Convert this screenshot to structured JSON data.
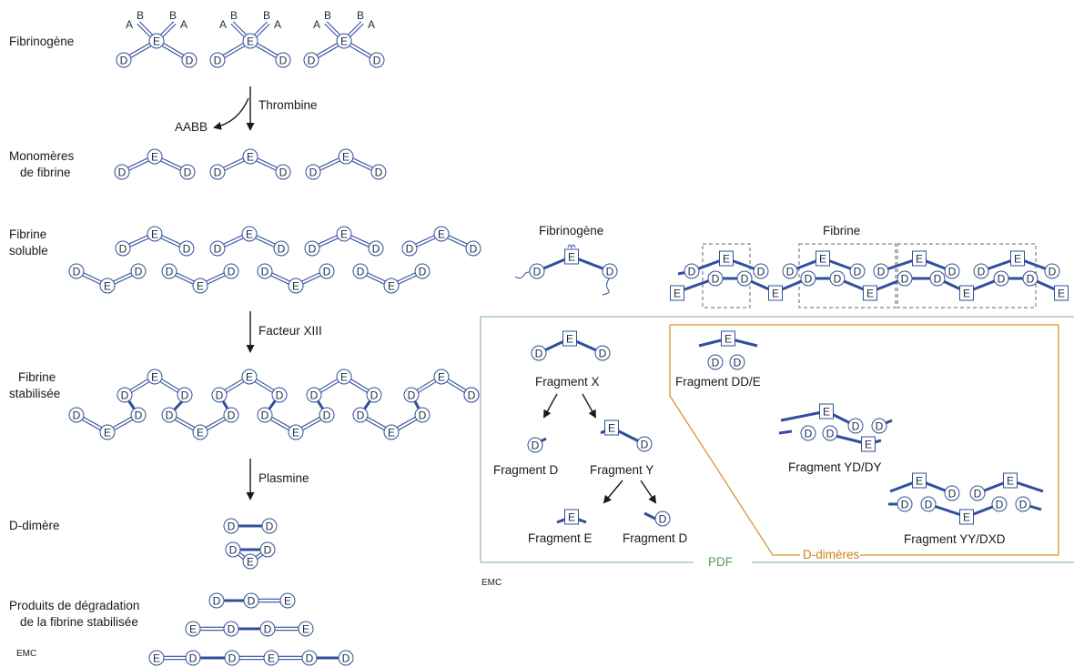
{
  "left": {
    "labels": {
      "fibrinogen": "Fibrinogène",
      "thrombin": "Thrombine",
      "released": "AABB",
      "monomers_1": "Monomères",
      "monomers_2": "de fibrine",
      "soluble_1": "Fibrine",
      "soluble_2": "soluble",
      "factor": "Facteur XIII",
      "stabilized_1": "Fibrine",
      "stabilized_2": "stabilisée",
      "plasmin": "Plasmine",
      "ddimer": "D-dimère",
      "products_1": "Produits de dégradation",
      "products_2": "de la fibrine stabilisée",
      "chain_A": "A",
      "chain_B": "B",
      "logo": "EMC"
    }
  },
  "right": {
    "labels": {
      "fibrinogen": "Fibrinogène",
      "fibrin": "Fibrine",
      "fragment_x": "Fragment X",
      "fragment_d1": "Fragment D",
      "fragment_y": "Fragment Y",
      "fragment_e": "Fragment E",
      "fragment_d2": "Fragment D",
      "fragment_dde": "Fragment DD/E",
      "fragment_yddy": "Fragment YD/DY",
      "fragment_yydxd": "Fragment YY/DXD",
      "pdf": "PDF",
      "ddimers": "D-dimères",
      "logo": "EMC"
    }
  },
  "domains": {
    "D": "D",
    "E": "E"
  },
  "colors": {
    "chain": "#2f4f9a",
    "pdf_line": "#7fb27f",
    "pdf_text": "#5c9c5c",
    "ddimer_line": "#d9962c",
    "ddimer_text": "#c8861e",
    "dashed_box": "#666666"
  }
}
